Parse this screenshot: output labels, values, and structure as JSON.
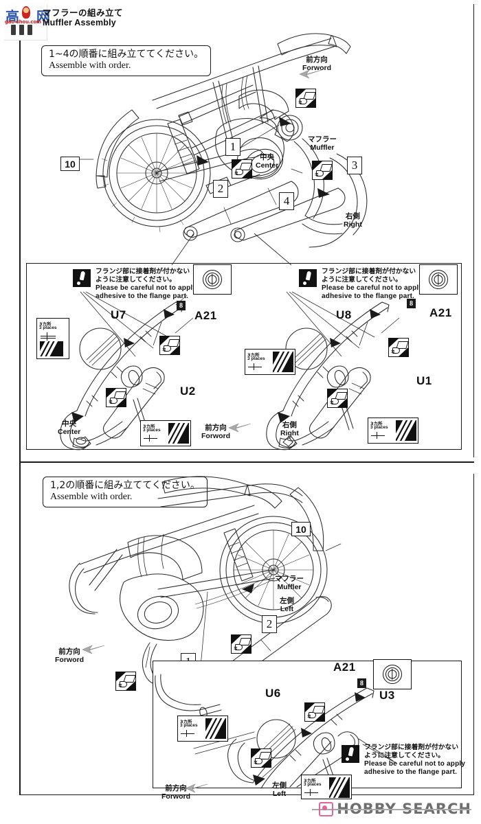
{
  "document": {
    "title_jp": "マフラーの組み立て",
    "title_en": "Muffler Assembly"
  },
  "watermarks": {
    "top_left": {
      "name": "gao-shou-logo",
      "url_text": "gao-shou.com"
    },
    "bottom_right": {
      "name": "hobby-search-logo",
      "text": "HOBBY SEARCH"
    }
  },
  "sections": [
    {
      "id": "upper",
      "note": {
        "jp": "1~4の順番に組み立ててください。",
        "en": "Assemble with order."
      },
      "labels": {
        "forward": {
          "jp": "前方向",
          "en": "Forword"
        },
        "muffler": {
          "jp": "マフラー",
          "en": "Muffler"
        },
        "center": {
          "jp": "中央",
          "en": "Center"
        },
        "right": {
          "jp": "右側",
          "en": "Right"
        }
      },
      "steps": [
        "1",
        "2",
        "3",
        "4"
      ],
      "part_badge": "10"
    },
    {
      "id": "detail-left",
      "part_codes": [
        "U7",
        "U2",
        "A21"
      ],
      "sprue_badge": "8",
      "warning": {
        "jp_line1": "フランジ部に接着剤が付かない",
        "jp_line2": "ように注意してください。",
        "en_line1": "Please be careful not to apply",
        "en_line2": "adhesive to the flange part."
      },
      "places": {
        "jp": "3カ所",
        "en": "3 places"
      },
      "labels": {
        "center": {
          "jp": "中央",
          "en": "Center"
        },
        "forward": {
          "jp": "前方向",
          "en": "Forword"
        }
      }
    },
    {
      "id": "detail-right",
      "part_codes": [
        "U8",
        "U1",
        "A21"
      ],
      "sprue_badge": "8",
      "warning": {
        "jp_line1": "フランジ部に接着剤が付かない",
        "jp_line2": "ように注意してください。",
        "en_line1": "Please be careful not to apply",
        "en_line2": "adhesive to the flange part."
      },
      "places": {
        "jp": "3カ所",
        "en": "3 places"
      },
      "labels": {
        "right": {
          "jp": "右側",
          "en": "Right"
        }
      }
    },
    {
      "id": "lower",
      "note": {
        "jp": "1,2の順番に組み立ててください。",
        "en": "Assemble with order."
      },
      "labels": {
        "forward": {
          "jp": "前方向",
          "en": "Forword"
        },
        "muffler": {
          "jp": "マフラー",
          "en": "Muffler"
        },
        "left": {
          "jp": "左側",
          "en": "Left"
        }
      },
      "steps": [
        "1",
        "2"
      ],
      "part_badge": "10"
    },
    {
      "id": "detail-lower",
      "part_codes": [
        "U6",
        "U3",
        "A21"
      ],
      "sprue_badge": "8",
      "warning": {
        "jp_line1": "フランジ部に接着剤が付かない",
        "jp_line2": "ように注意してください。",
        "en_line1": "Please be careful not to apply",
        "en_line2": "adhesive to the flange part."
      },
      "places": {
        "jp": "3カ所",
        "en": "3 places"
      },
      "labels": {
        "left": {
          "jp": "左側",
          "en": "Left"
        },
        "forward": {
          "jp": "前方向",
          "en": "Forword"
        }
      }
    }
  ],
  "icons": {
    "glue": "glue-cement-icon",
    "warning": "adhesive-warning-icon",
    "file": "file-sand-icon"
  },
  "colors": {
    "ink": "#1a1a1a",
    "paper": "#ffffff",
    "watermark_pink": "#e24a8b",
    "logo_blue": "#2f56a6",
    "logo_red": "#cf2222"
  }
}
